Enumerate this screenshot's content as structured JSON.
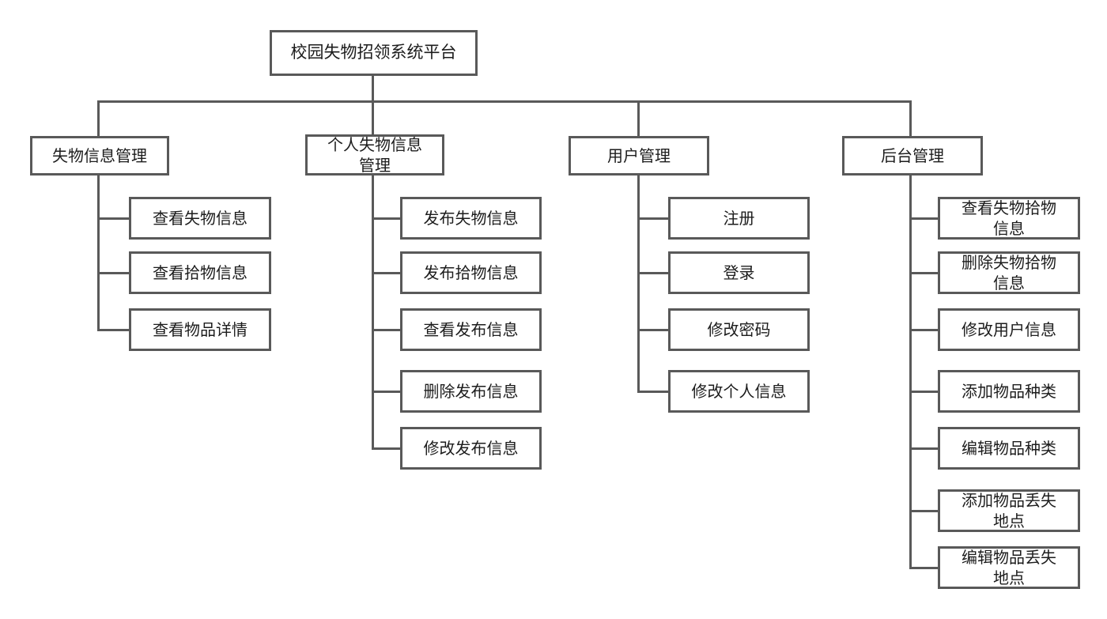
{
  "colors": {
    "line": "#595959",
    "text": "#1c1c1c",
    "background": "#ffffff"
  },
  "tree": {
    "root": {
      "label": "校园失物招领系统平台"
    },
    "branches": [
      {
        "label": "失物信息管理",
        "children": [
          {
            "label": "查看失物信息"
          },
          {
            "label": "查看拾物信息"
          },
          {
            "label": "查看物品详情"
          }
        ]
      },
      {
        "label": "个人失物信息\n管理",
        "children": [
          {
            "label": "发布失物信息"
          },
          {
            "label": "发布拾物信息"
          },
          {
            "label": "查看发布信息"
          },
          {
            "label": "删除发布信息"
          },
          {
            "label": "修改发布信息"
          }
        ]
      },
      {
        "label": "用户管理",
        "children": [
          {
            "label": "注册"
          },
          {
            "label": "登录"
          },
          {
            "label": "修改密码"
          },
          {
            "label": "修改个人信息"
          }
        ]
      },
      {
        "label": "后台管理",
        "children": [
          {
            "label": "查看失物拾物\n信息"
          },
          {
            "label": "删除失物拾物\n信息"
          },
          {
            "label": "修改用户信息"
          },
          {
            "label": "添加物品种类"
          },
          {
            "label": "编辑物品种类"
          },
          {
            "label": "添加物品丢失\n地点"
          },
          {
            "label": "编辑物品丢失\n地点"
          }
        ]
      }
    ]
  }
}
